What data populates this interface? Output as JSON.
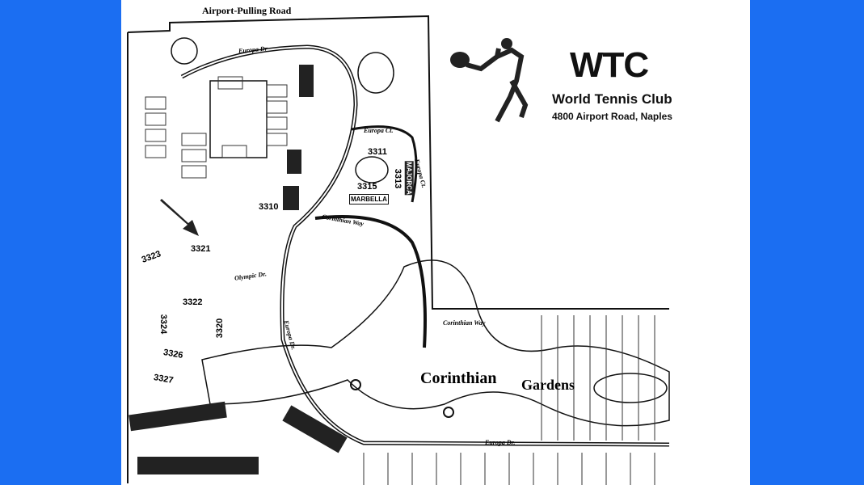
{
  "logo": {
    "title": "WTC",
    "name": "World Tennis Club",
    "address": "4800 Airport Road, Naples"
  },
  "roads": {
    "top": "Airport-Pulling Road",
    "europa_dr": "Europa Dr",
    "europa_ct": "Europa Ct.",
    "europa_ct_2": "Europa Ct.",
    "corinthian_way": "Corinthian Way",
    "corinthian_way_2": "Corinthian Way",
    "olympic_dr": "Olympic Dr.",
    "europa_dr_bottom": "Europa Dr.",
    "europa_dr_west": "Europa Dr."
  },
  "buildings": {
    "b3311": "3311",
    "b3313": "3313",
    "majorca": "MAJORCA",
    "b3315": "3315",
    "marbella": "MARBELLA",
    "b3310": "3310",
    "b3321": "3321",
    "b3323": "3323",
    "b3322": "3322",
    "b3320": "3320",
    "b3324": "3324",
    "b3326": "3326",
    "b3327": "3327"
  },
  "area": {
    "corinthian": "Corinthian",
    "gardens": "Gardens"
  }
}
